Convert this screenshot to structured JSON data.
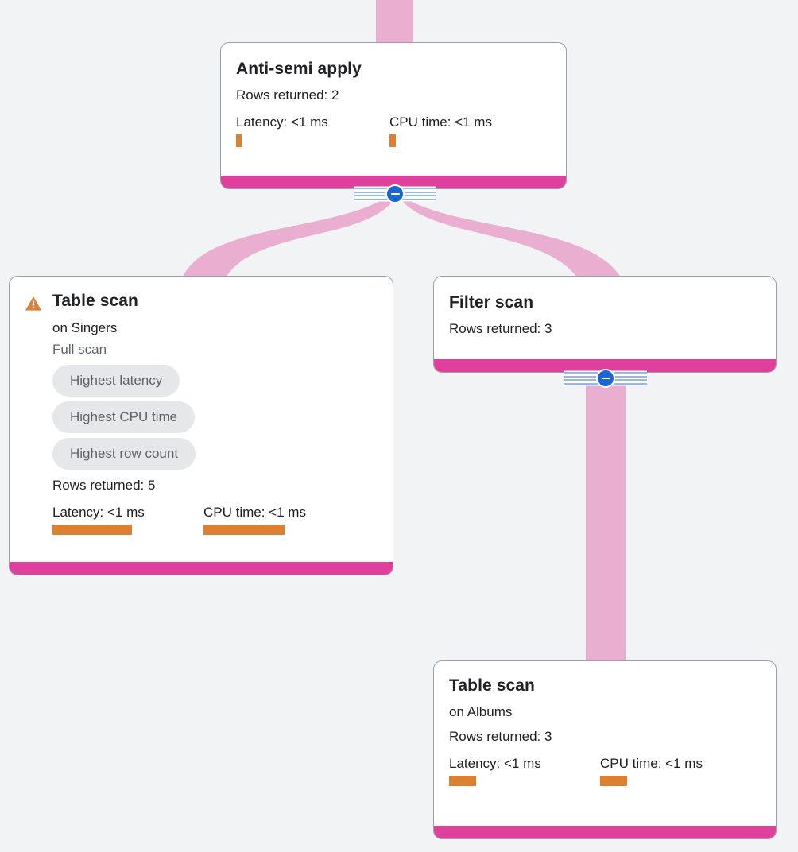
{
  "theme": {
    "background": "#f1f3f4",
    "card_background": "#ffffff",
    "card_border": "#9aa0a6",
    "accent_bar": "#df3f9d",
    "edge": "#eaaed1",
    "metric_bar": "#dd8031",
    "chip_background": "#e6e7e8",
    "chip_text": "#5f6368",
    "toggle": "#1a67d2",
    "warning": "#dd8031"
  },
  "labels": {
    "rows_returned_prefix": "Rows returned: ",
    "latency_prefix": "Latency: ",
    "cpu_prefix": "CPU time: "
  },
  "nodes": {
    "anti_semi_apply": {
      "title": "Anti-semi apply",
      "rows_returned": "Rows returned: 2",
      "latency": "Latency: <1 ms",
      "cpu_time": "CPU time: <1 ms"
    },
    "table_scan_singers": {
      "warning_icon": "warning-triangle-icon",
      "title": "Table scan",
      "target": "on Singers",
      "scan_type": "Full scan",
      "chips": [
        "Highest latency",
        "Highest CPU time",
        "Highest row count"
      ],
      "rows_returned": "Rows returned: 5",
      "latency": "Latency: <1 ms",
      "cpu_time": "CPU time: <1 ms"
    },
    "filter_scan": {
      "title": "Filter scan",
      "rows_returned": "Rows returned: 3"
    },
    "table_scan_albums": {
      "title": "Table scan",
      "target": "on Albums",
      "rows_returned": "Rows returned: 3",
      "latency": "Latency: <1 ms",
      "cpu_time": "CPU time: <1 ms"
    }
  },
  "toggles": {
    "anti_semi_apply": "collapse-toggle-minus-icon",
    "filter_scan": "collapse-toggle-minus-icon"
  }
}
